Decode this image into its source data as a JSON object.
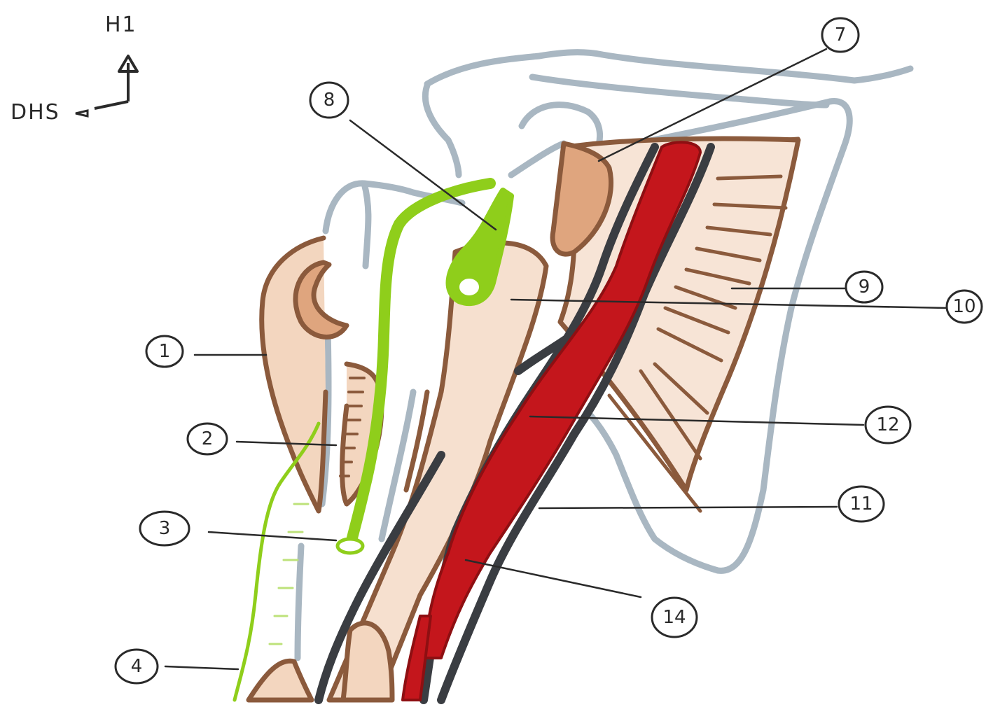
{
  "orientation": {
    "vertical_label": "H1",
    "horizontal_label": "DHS"
  },
  "callouts": [
    {
      "id": "1",
      "label": "1"
    },
    {
      "id": "2",
      "label": "2"
    },
    {
      "id": "3",
      "label": "3"
    },
    {
      "id": "4",
      "label": "4"
    },
    {
      "id": "7",
      "label": "7"
    },
    {
      "id": "8",
      "label": "8"
    },
    {
      "id": "9",
      "label": "9"
    },
    {
      "id": "10",
      "label": "10"
    },
    {
      "id": "11",
      "label": "11"
    },
    {
      "id": "12",
      "label": "12"
    },
    {
      "id": "14",
      "label": "14"
    }
  ],
  "colors": {
    "bone_outline": "#a9b7c2",
    "muscle_outline": "#8b5a3c",
    "muscle_fill": "#f3d6bf",
    "muscle_fill_dark": "#dfa57e",
    "nerve": "#8fce1b",
    "artery": "#c4161c",
    "vein": "#3a3d42",
    "ink": "#2a2a2a"
  }
}
